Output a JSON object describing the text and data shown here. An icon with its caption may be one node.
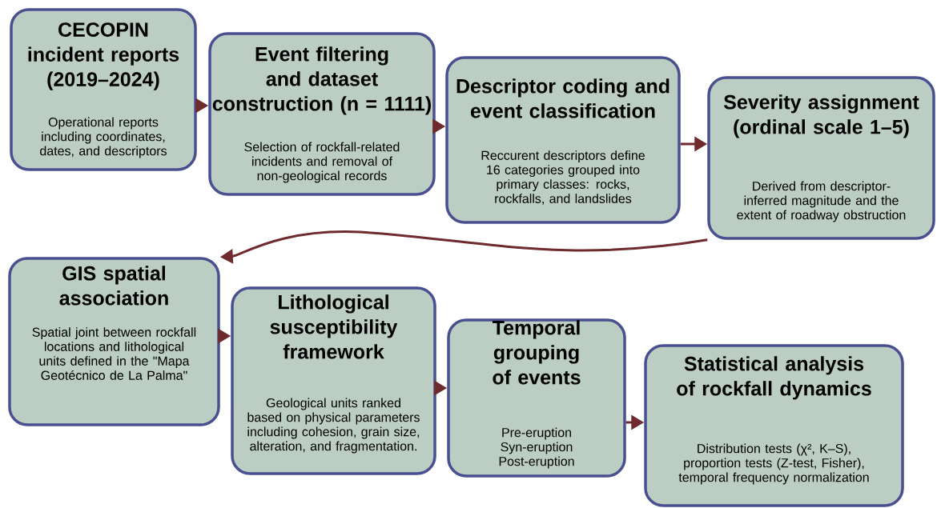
{
  "diagram": {
    "nodes": [
      {
        "text": [
          "CECOPIN incident reports (2019–2024)",
          "Operational reports including coordinates, dates, and descriptors"
        ]
      },
      {
        "text": [
          "Event filtering and dataset construction (n = 1111)",
          "Selection of rockfall-related incidents and removal of non-geological records"
        ]
      },
      {
        "text": [
          "Descriptor coding and event classification",
          "Reccurent descriptors define 16 categories grouped into primary classes: rocks, rockfalls, and landslides"
        ]
      },
      {
        "text": [
          "Severity assignment (ordinal scale 1–5)",
          "Derived from descriptor-inferred magnitude and the extent of roadway obstruction"
        ]
      },
      {
        "text": [
          "GIS spatial association",
          "Spatial joint between rockfall locations and lithological units defined in the \"Mapa Geotécnico de La Palma\""
        ]
      },
      {
        "text": [
          "Lithological susceptibility framework",
          "Geological units ranked based on physical parameters including cohesion, grain size, alteration, and fragmentation."
        ]
      },
      {
        "text": [
          "Temporal grouping of events",
          "Pre-eruption Syn-eruption Post-eruption"
        ]
      },
      {
        "text": [
          "Statistical analysis of rockfall dynamics",
          "Distribution tests (χ², K–S), proportion tests (Z-test, Fisher), temporal frequency normalization"
        ]
      }
    ],
    "edges": [
      {
        "from": 0,
        "to": 1,
        "arrow": "to"
      },
      {
        "from": 1,
        "to": 2,
        "arrow": "to"
      },
      {
        "from": 2,
        "to": 3,
        "arrow": "to"
      },
      {
        "from": 3,
        "to": 4,
        "arrow": "to"
      },
      {
        "from": 4,
        "to": 5,
        "arrow": "to"
      },
      {
        "from": 5,
        "to": 6,
        "arrow": "to"
      },
      {
        "from": 6,
        "to": 7,
        "arrow": "to"
      }
    ]
  }
}
